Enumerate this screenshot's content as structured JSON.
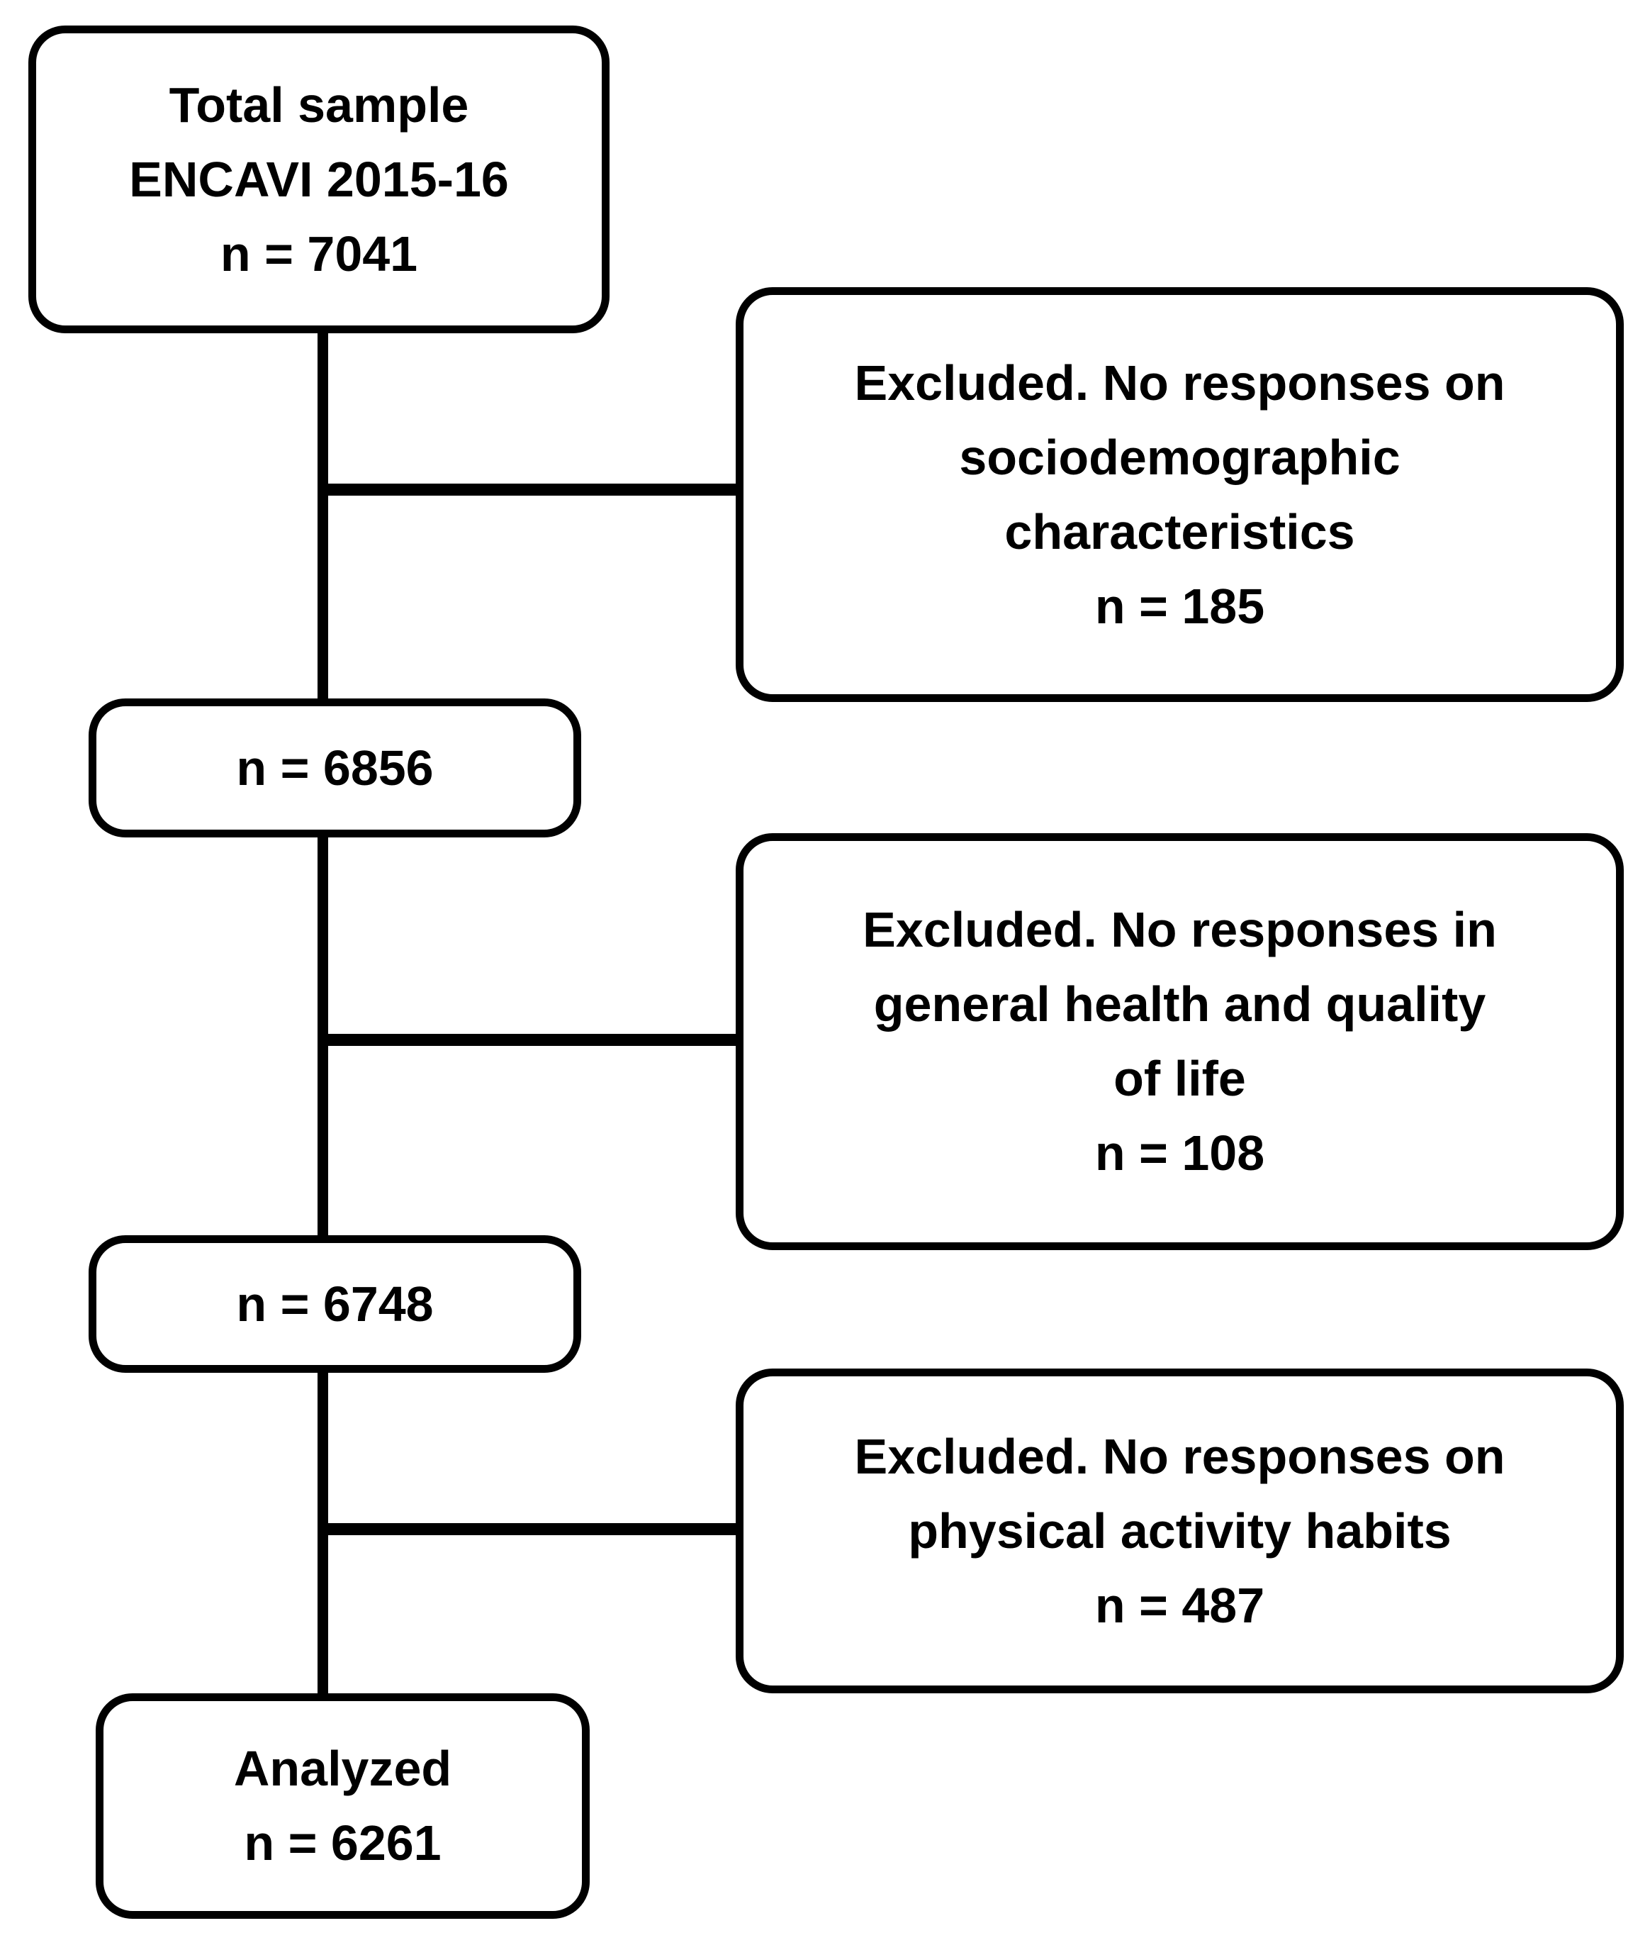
{
  "diagram": {
    "type": "flowchart",
    "colors": {
      "background": "#ffffff",
      "border": "#000000",
      "text": "#000000",
      "connector": "#000000"
    },
    "nodes": {
      "total": {
        "n": 7041,
        "lines": [
          "Total sample",
          "ENCAVI 2015-16",
          "n = 7041"
        ]
      },
      "excluded1": {
        "n": 185,
        "lines": [
          "Excluded. No responses on",
          "sociodemographic",
          "characteristics",
          "n = 185"
        ]
      },
      "step1": {
        "n": 6856,
        "lines": [
          "n = 6856"
        ]
      },
      "excluded2": {
        "n": 108,
        "lines": [
          "Excluded. No responses in",
          "general health and quality",
          "of life",
          "n = 108"
        ]
      },
      "step2": {
        "n": 6748,
        "lines": [
          "n = 6748"
        ]
      },
      "excluded3": {
        "n": 487,
        "lines": [
          "Excluded. No responses on",
          "physical activity habits",
          "n = 487"
        ]
      },
      "analyzed": {
        "n": 6261,
        "lines": [
          "Analyzed",
          "n = 6261"
        ]
      }
    },
    "edges": [
      {
        "from": "total",
        "to": "step1"
      },
      {
        "from": "total",
        "to": "excluded1",
        "type": "branch"
      },
      {
        "from": "step1",
        "to": "step2"
      },
      {
        "from": "step1",
        "to": "excluded2",
        "type": "branch"
      },
      {
        "from": "step2",
        "to": "analyzed"
      },
      {
        "from": "step2",
        "to": "excluded3",
        "type": "branch"
      }
    ]
  }
}
